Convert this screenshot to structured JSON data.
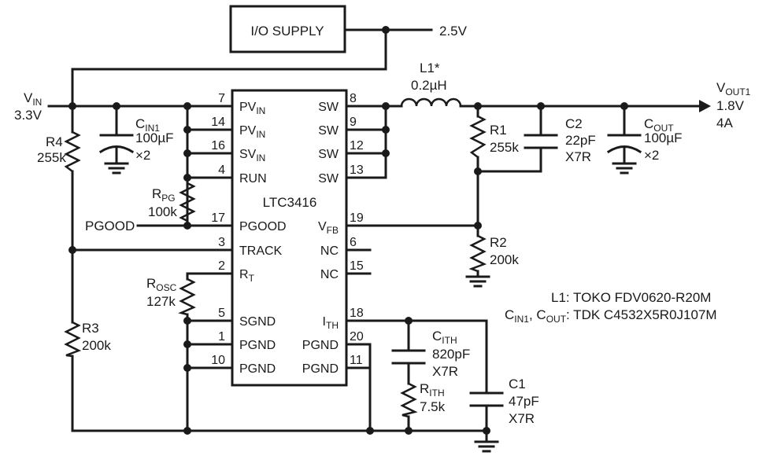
{
  "supply": {
    "label": "I/O SUPPLY",
    "voltage": "2.5V"
  },
  "vin": {
    "name": "V",
    "sub": "IN",
    "value": "3.3V"
  },
  "vout": {
    "name": "V",
    "sub": "OUT1",
    "value": "1.8V",
    "current": "4A"
  },
  "ic": {
    "name": "LTC3416",
    "left_pins": [
      {
        "num": "7",
        "name": "PV",
        "sub": "IN"
      },
      {
        "num": "14",
        "name": "PV",
        "sub": "IN"
      },
      {
        "num": "16",
        "name": "SV",
        "sub": "IN"
      },
      {
        "num": "4",
        "name": "RUN",
        "sub": ""
      },
      {
        "num": "17",
        "name": "PGOOD",
        "sub": ""
      },
      {
        "num": "3",
        "name": "TRACK",
        "sub": ""
      },
      {
        "num": "2",
        "name": "R",
        "sub": "T"
      },
      {
        "num": "5",
        "name": "SGND",
        "sub": ""
      },
      {
        "num": "1",
        "name": "PGND",
        "sub": ""
      },
      {
        "num": "10",
        "name": "PGND",
        "sub": ""
      }
    ],
    "right_pins": [
      {
        "num": "8",
        "name": "SW",
        "sub": ""
      },
      {
        "num": "9",
        "name": "SW",
        "sub": ""
      },
      {
        "num": "12",
        "name": "SW",
        "sub": ""
      },
      {
        "num": "13",
        "name": "SW",
        "sub": ""
      },
      {
        "num": "19",
        "name": "V",
        "sub": "FB"
      },
      {
        "num": "6",
        "name": "NC",
        "sub": ""
      },
      {
        "num": "15",
        "name": "NC",
        "sub": ""
      },
      {
        "num": "18",
        "name": "I",
        "sub": "TH"
      },
      {
        "num": "20",
        "name": "PGND",
        "sub": ""
      },
      {
        "num": "11",
        "name": "PGND",
        "sub": ""
      }
    ]
  },
  "components": {
    "cin1": {
      "name": "C",
      "sub": "IN1",
      "value": "100µF",
      "extra": "×2"
    },
    "r4": {
      "name": "R4",
      "value": "255k"
    },
    "rpg": {
      "name": "R",
      "sub": "PG",
      "value": "100k"
    },
    "rosc": {
      "name": "R",
      "sub": "OSC",
      "value": "127k"
    },
    "r3": {
      "name": "R3",
      "value": "200k"
    },
    "l1": {
      "name": "L1*",
      "value": "0.2µH"
    },
    "r1": {
      "name": "R1",
      "value": "255k"
    },
    "c2": {
      "name": "C2",
      "value": "22pF",
      "extra": "X7R"
    },
    "cout": {
      "name": "C",
      "sub": "OUT",
      "value": "100µF",
      "extra": "×2"
    },
    "r2": {
      "name": "R2",
      "value": "200k"
    },
    "cith": {
      "name": "C",
      "sub": "ITH",
      "value": "820pF",
      "extra": "X7R"
    },
    "rith": {
      "name": "R",
      "sub": "ITH",
      "value": "7.5k"
    },
    "c1": {
      "name": "C1",
      "value": "47pF",
      "extra": "X7R"
    }
  },
  "pgood_label": "PGOOD",
  "notes": {
    "line1": "L1: TOKO FDV0620-R20M",
    "line2_a": "C",
    "line2_sub1": "IN1",
    "line2_b": ", C",
    "line2_sub2": "OUT",
    "line2_c": ": TDK C4532X5R0J107M"
  }
}
